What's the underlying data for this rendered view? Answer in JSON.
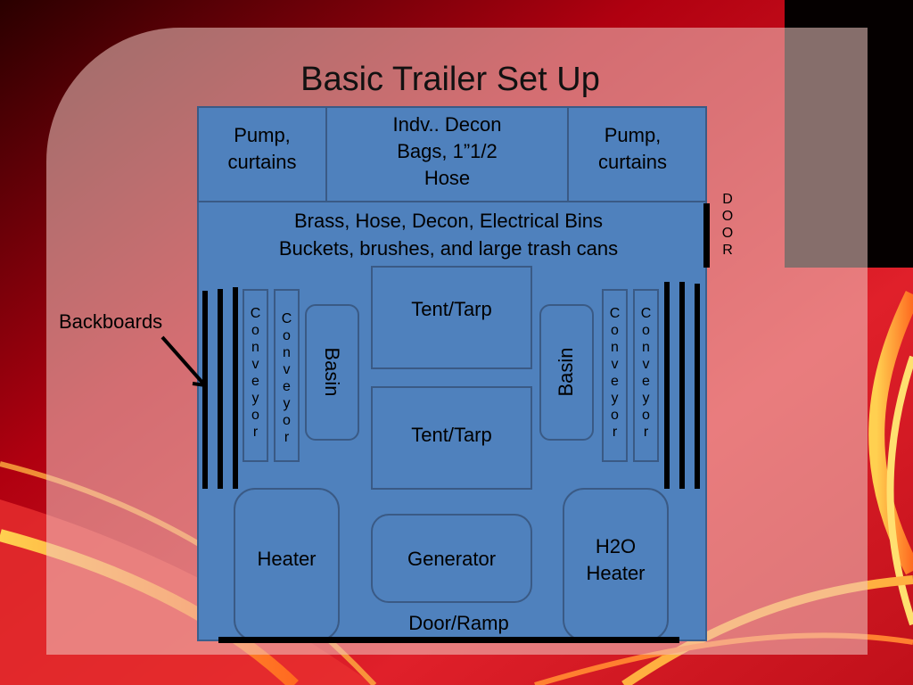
{
  "title": "Basic Trailer Set Up",
  "labels": {
    "pump_left": "Pump,\ncurtains",
    "decon_bags": "Indv.. Decon\nBags, 1”1/2\nHose",
    "pump_right": "Pump,\ncurtains",
    "bins_line1": "Brass, Hose, Decon, Electrical Bins",
    "bins_line2": "Buckets, brushes, and large trash cans",
    "tent_top": "Tent/Tarp",
    "tent_bottom": "Tent/Tarp",
    "basin_left": "Basin",
    "basin_right": "Basin",
    "conveyor": "C\no\nn\nv\ne\ny\no\nr",
    "heater": "Heater",
    "generator": "Generator",
    "h2o_heater": "H2O\nHeater",
    "door_ramp": "Door/Ramp",
    "side_door": "D\nO\nO\nR",
    "backboards": "Backboards"
  },
  "colors": {
    "plan_fill": "#4f81bd",
    "plan_border": "#3a5a85",
    "background_red": "#d8141c"
  }
}
